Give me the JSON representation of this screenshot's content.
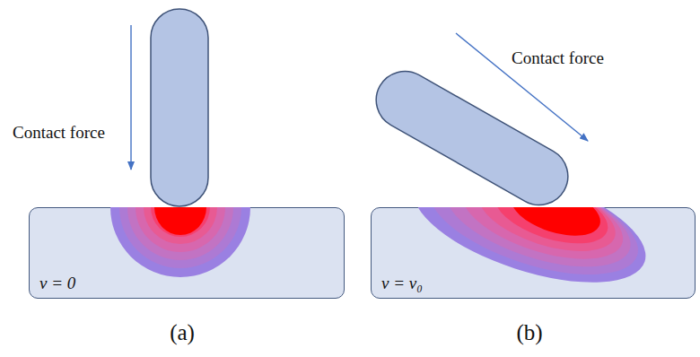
{
  "diagram": {
    "nodes": [
      {
        "text": [
          "v = 0"
        ]
      },
      {
        "text": [
          "v = v₀"
        ]
      }
    ],
    "labels": [
      "Contact force",
      "Contact force",
      "(a)",
      "(b)"
    ]
  }
}
